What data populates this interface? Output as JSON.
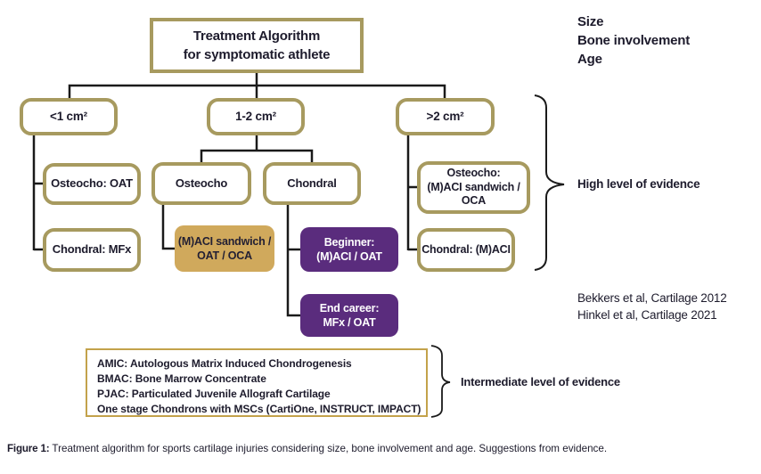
{
  "palette": {
    "gold_border": "#A79A5F",
    "gold_fill": "#D0A95C",
    "purple": "#5A2C7D",
    "legend_border": "#C3A24B",
    "ink": "#1D1B2C",
    "line": "#1A1A1A"
  },
  "title": {
    "lines": [
      "Treatment Algorithm",
      "for symptomatic athlete"
    ]
  },
  "criteria": [
    "Size",
    "Bone involvement",
    "Age"
  ],
  "nodes": {
    "size_small": {
      "label": "<1 cm²"
    },
    "size_medium": {
      "label": "1-2 cm²"
    },
    "size_large": {
      "label": ">2 cm²"
    },
    "small_osteochondral": {
      "label": "Osteocho: OAT"
    },
    "small_chondral": {
      "label": "Chondral: MFx"
    },
    "medium_osteochondral": {
      "label": "Osteocho"
    },
    "medium_chondral": {
      "label": "Chondral"
    },
    "medium_osteo_treatment": {
      "lines": [
        "(M)ACI sandwich /",
        "OAT / OCA"
      ]
    },
    "medium_chondral_beginner": {
      "lines": [
        "Beginner:",
        "(M)ACI / OAT"
      ]
    },
    "medium_chondral_end": {
      "lines": [
        "End career:",
        "MFx / OAT"
      ]
    },
    "large_osteochondral": {
      "lines": [
        "Osteocho:",
        "(M)ACI sandwich /",
        "OCA"
      ]
    },
    "large_chondral": {
      "label": "Chondral: (M)ACI"
    }
  },
  "evidence": {
    "high_label": "High level of evidence",
    "intermediate_label": "Intermediate level of evidence"
  },
  "references": [
    "Bekkers et al, Cartilage 2012",
    "Hinkel et al, Cartilage 2021"
  ],
  "legend": {
    "lines": [
      "AMIC: Autologous Matrix Induced Chondrogenesis",
      "BMAC: Bone Marrow Concentrate",
      "PJAC: Particulated Juvenile Allograft Cartilage",
      "One stage Chondrons with MSCs (CartiOne, INSTRUCT, IMPACT)"
    ]
  },
  "caption": {
    "prefix": "Figure 1:",
    "text": " Treatment algorithm for sports cartilage injuries considering size, bone involvement and age. Suggestions from evidence."
  }
}
